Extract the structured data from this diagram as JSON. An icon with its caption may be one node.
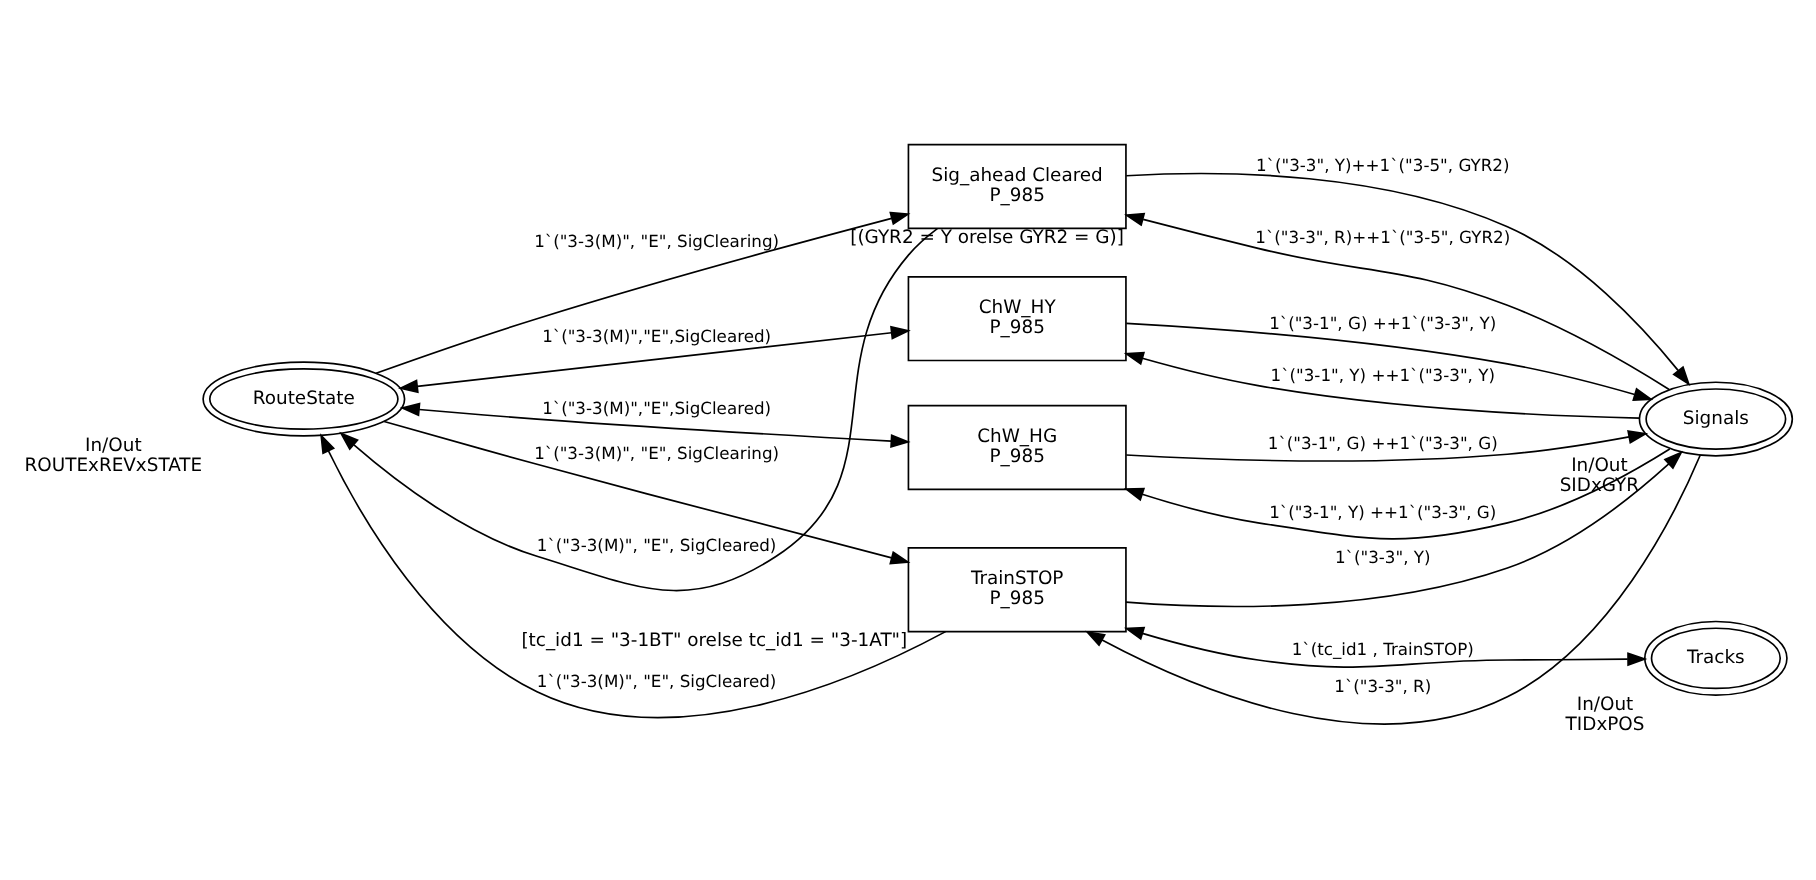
{
  "diagram": {
    "nodes": [
      {
        "text": [
          "RouteState"
        ],
        "beside": [
          "In/Out",
          "ROUTExREVxSTATE"
        ]
      },
      {
        "text": [
          "Sig_ahead Cleared",
          "P_985"
        ],
        "beside": [
          "[(GYR2 = Y orelse GYR2 = G)]"
        ]
      },
      {
        "text": [
          "ChW_HY",
          "P_985"
        ]
      },
      {
        "text": [
          "ChW_HG",
          "P_985"
        ]
      },
      {
        "text": [
          "TrainSTOP",
          "P_985"
        ],
        "beside": [
          "[tc_id1 = \"3-1BT\" orelse tc_id1 = \"3-1AT\"]"
        ]
      },
      {
        "text": [
          "Signals"
        ],
        "beside": [
          "In/Out",
          "SIDxGYR"
        ]
      },
      {
        "text": [
          "Tracks"
        ],
        "beside": [
          "In/Out",
          "TIDxPOS"
        ]
      }
    ],
    "edges": [
      {
        "from": 0,
        "to": 1,
        "arrow": "to",
        "label": "1`(\"3-3(M)\", \"E\", SigClearing)"
      },
      {
        "from": 1,
        "to": 0,
        "arrow": "to",
        "label": "1`(\"3-3(M)\", \"E\", SigCleared)"
      },
      {
        "from": 5,
        "to": 1,
        "arrow": "to",
        "label": "1`(\"3-3\", R)++1`(\"3-5\", GYR2)"
      },
      {
        "from": 1,
        "to": 5,
        "arrow": "to",
        "label": "1`(\"3-3\", Y)++1`(\"3-5\", GYR2)"
      },
      {
        "from": 0,
        "to": 2,
        "arrow": "both",
        "label": "1`(\"3-3(M)\",\"E\",SigCleared)"
      },
      {
        "from": 5,
        "to": 2,
        "arrow": "to",
        "label": "1`(\"3-1\", Y) ++1`(\"3-3\", Y)"
      },
      {
        "from": 2,
        "to": 5,
        "arrow": "to",
        "label": "1`(\"3-1\", G) ++1`(\"3-3\", Y)"
      },
      {
        "from": 0,
        "to": 3,
        "arrow": "both",
        "label": "1`(\"3-3(M)\",\"E\",SigCleared)"
      },
      {
        "from": 5,
        "to": 3,
        "arrow": "to",
        "label": "1`(\"3-1\", Y) ++1`(\"3-3\", G)"
      },
      {
        "from": 3,
        "to": 5,
        "arrow": "to",
        "label": "1`(\"3-1\", G) ++1`(\"3-3\", G)"
      },
      {
        "from": 0,
        "to": 4,
        "arrow": "to",
        "label": "1`(\"3-3(M)\", \"E\", SigClearing)"
      },
      {
        "from": 4,
        "to": 0,
        "arrow": "to",
        "label": "1`(\"3-3(M)\", \"E\", SigCleared)"
      },
      {
        "from": 5,
        "to": 4,
        "arrow": "to",
        "label": "1`(\"3-3\", R)"
      },
      {
        "from": 4,
        "to": 5,
        "arrow": "to",
        "label": "1`(\"3-3\", Y)"
      },
      {
        "from": 4,
        "to": 6,
        "arrow": "both",
        "label": "1`(tc_id1 , TrainSTOP)"
      }
    ]
  }
}
